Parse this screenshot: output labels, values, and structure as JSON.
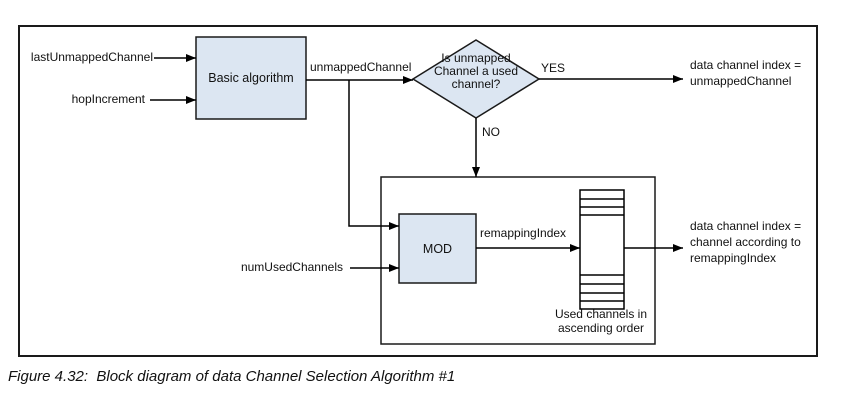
{
  "figure": {
    "caption": "Figure 4.32:  Block diagram of data Channel Selection Algorithm #1"
  },
  "diagram": {
    "inputs": {
      "last_unmapped_channel": "lastUnmappedChannel",
      "hop_increment": "hopIncrement",
      "num_used_channels": "numUsedChannels"
    },
    "blocks": {
      "basic_algorithm": "Basic algorithm",
      "mod": "MOD"
    },
    "decision": {
      "line1": "Is unmapped",
      "line2": "Channel a used",
      "line3": "channel?",
      "yes_label": "YES",
      "no_label": "NO"
    },
    "signals": {
      "unmapped_channel": "unmappedChannel",
      "remapping_index": "remappingIndex"
    },
    "outputs": {
      "yes_line1": "data channel index =",
      "yes_line2": "unmappedChannel",
      "no_line1": "data channel index =",
      "no_line2": "channel according to",
      "no_line3": "remappingIndex"
    },
    "stack_label": {
      "line1": "Used channels in",
      "line2": "ascending order"
    },
    "colors": {
      "block_fill": "#dce6f2",
      "line": "#000000",
      "border": "#1a1a1a"
    }
  }
}
